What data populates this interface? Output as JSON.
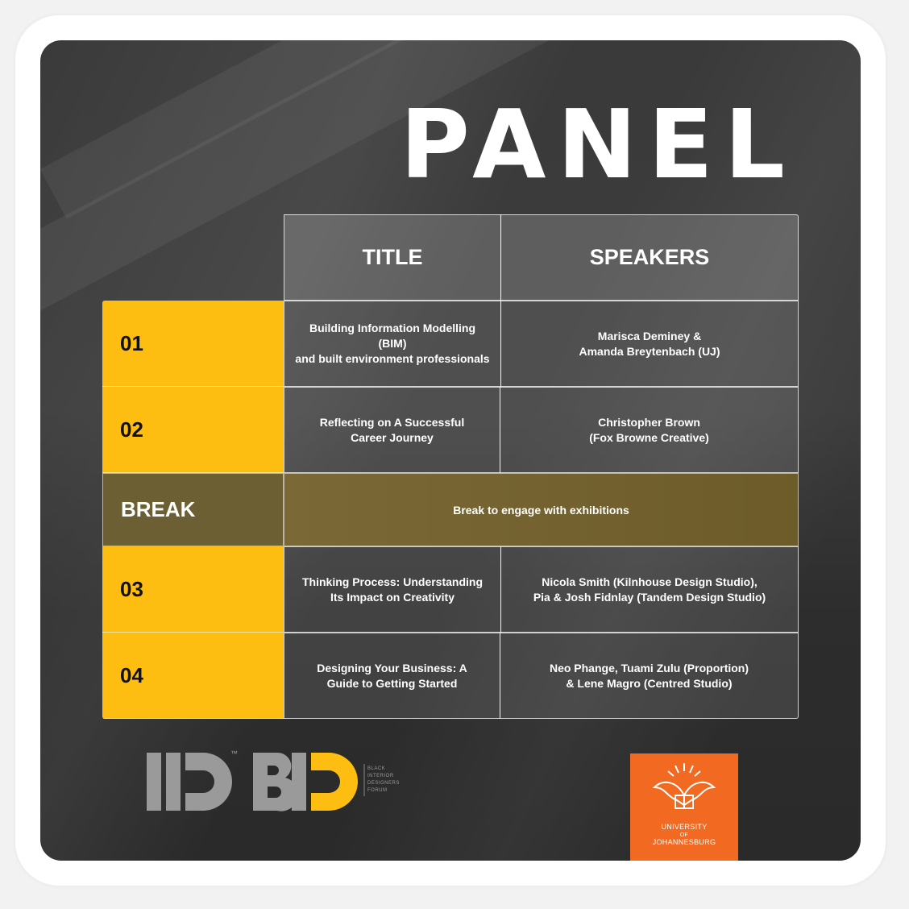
{
  "heading": "PANEL",
  "table": {
    "headers": [
      "TITLE",
      "SPEAKERS"
    ],
    "rows": [
      {
        "num": "01",
        "title": "Building Information Modelling (BIM)\nand built environment professionals",
        "speakers": "Marisca Deminey &\nAmanda Breytenbach (UJ)"
      },
      {
        "num": "02",
        "title": "Reflecting on A Successful\nCareer Journey",
        "speakers": "Christopher Brown\n(Fox Browne Creative)"
      },
      {
        "num": "03",
        "title": "Thinking Process: Understanding\nIts Impact on Creativity",
        "speakers": "Nicola Smith (Kilnhouse Design Studio),\nPia & Josh Fidnlay (Tandem Design Studio)"
      },
      {
        "num": "04",
        "title": "Designing Your Business: A\nGuide to Getting Started",
        "speakers": "Neo Phange, Tuami Zulu (Proportion)\n& Lene Magro (Centred Studio)"
      }
    ],
    "break": {
      "label": "BREAK",
      "text": "Break to engage with exhibitions"
    }
  },
  "logos": {
    "iid_tm": "™",
    "bid_caption": [
      "BLACK",
      "INTERIOR",
      "DESIGNERS",
      "FORUM"
    ],
    "uj_line1": "UNIVERSITY",
    "uj_line2": "OF",
    "uj_line3": "JOHANNESBURG"
  },
  "colors": {
    "accent": "#fdbe11",
    "break": "#6b5f33",
    "uj_orange": "#f26a21",
    "background": "#333333"
  }
}
